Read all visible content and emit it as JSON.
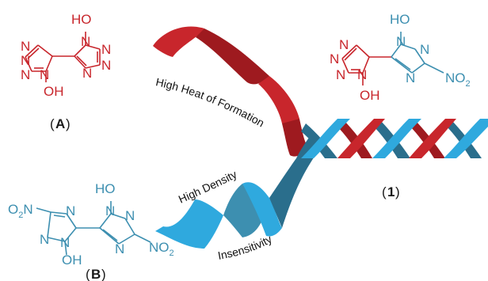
{
  "colors": {
    "red": "#c8262c",
    "red_dark": "#9e1a1f",
    "blue": "#3d8fb0",
    "blue_light": "#2fa9de",
    "blue_dark": "#2a6e8c",
    "text": "#1a1a1a"
  },
  "atoms": {
    "N": "N",
    "O": "O",
    "H": "H",
    "HO": "HO",
    "OH": "OH",
    "NO": "NO",
    "two": "2",
    "O2N_O": "O",
    "O2N_N": "N"
  },
  "labels": {
    "A_open": "(",
    "A_letter": "A",
    "A_close": ")",
    "B_open": "(",
    "B_letter": "B",
    "B_close": ")",
    "one_open": "(",
    "one_letter": "1",
    "one_close": ")"
  },
  "ribbon_text": {
    "heat": "High Heat of Formation",
    "density": "High Density",
    "insensitivity": "Insensitivity"
  }
}
